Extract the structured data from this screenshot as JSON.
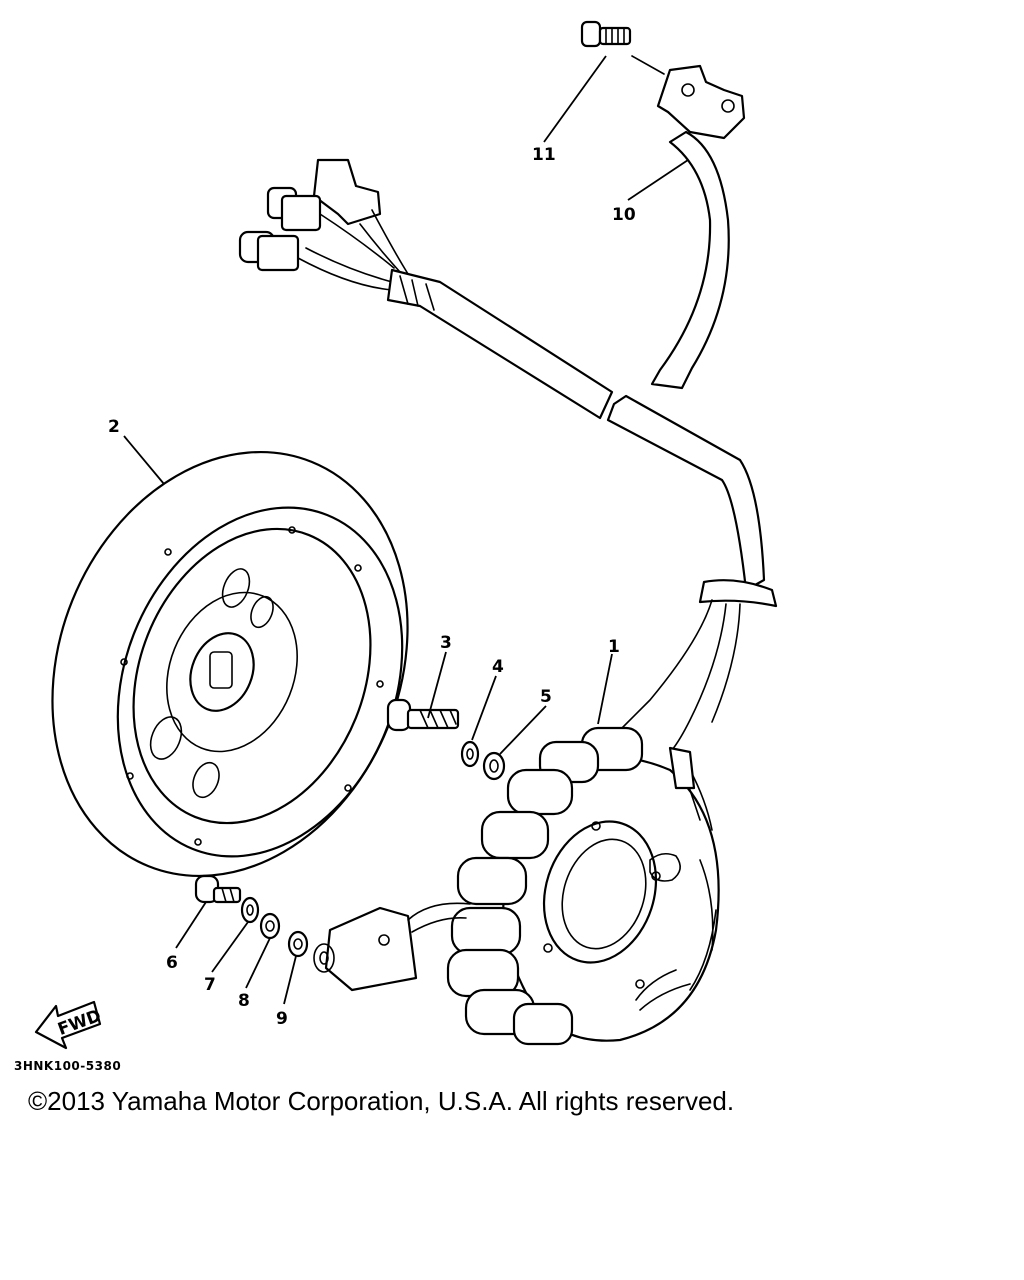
{
  "diagram": {
    "callouts": [
      "1",
      "2",
      "3",
      "4",
      "5",
      "6",
      "7",
      "8",
      "9",
      "10",
      "11"
    ],
    "direction_label": "FWD",
    "drawing_code": "3HNK100-5380"
  },
  "footer": {
    "copyright": "©2013 Yamaha Motor Corporation, U.S.A. All rights reserved."
  },
  "icons": [
    "fwd-arrow-icon"
  ]
}
